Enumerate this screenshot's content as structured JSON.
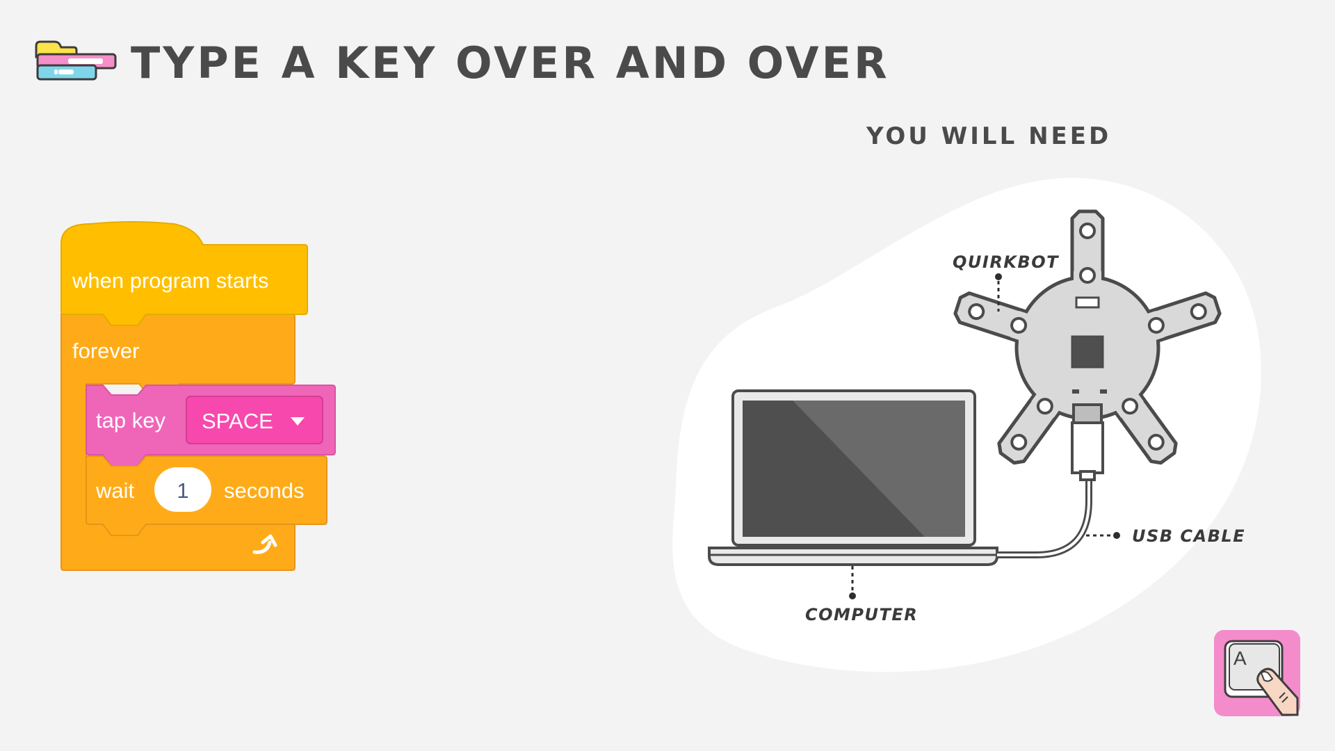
{
  "header": {
    "title": "TYPE A KEY OVER AND OVER",
    "logo_icon": "keyboard-category-icon"
  },
  "you_will_need": {
    "heading": "YOU WILL NEED",
    "labels": {
      "quirkbot": "QUIRKBOT",
      "usb_cable": "USB CABLE",
      "computer": "COMPUTER"
    }
  },
  "blocks": {
    "event": {
      "label": "when program starts",
      "color": "#ffbf00"
    },
    "forever": {
      "label": "forever",
      "color": "#ffab19"
    },
    "tap_key": {
      "label": "tap key",
      "key_value": "SPACE",
      "color": "#ef66b8",
      "dropdown_color": "#f749ad"
    },
    "wait": {
      "label": "wait",
      "value": "1",
      "unit_label": "seconds"
    },
    "loop_icon": "loop-arrow-icon"
  },
  "corner_tile": {
    "icon": "keyboard-key-a-icon",
    "key_letter": "A",
    "color": "#f48bcb"
  }
}
